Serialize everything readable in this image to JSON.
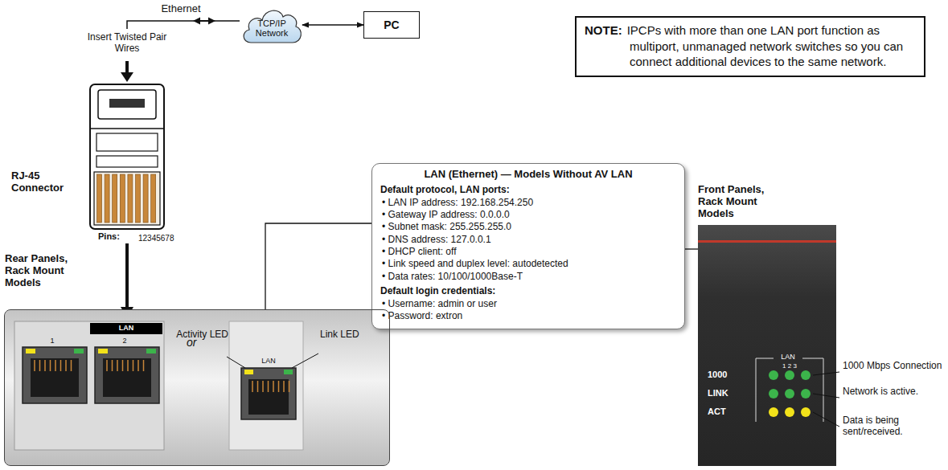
{
  "diagram": {
    "nodes": [
      {
        "text": [
          "TCP/IP Network"
        ]
      },
      {
        "text": [
          "PC"
        ]
      },
      {
        "text": [
          "NOTE:",
          "IPCPs with more than one LAN port function as multiport, unmanaged network switches so you can connect additional devices to the same network."
        ]
      },
      {
        "text": [
          "LAN (Ethernet) — Models Without AV LAN",
          "Default protocol, LAN ports:",
          "• LAN IP address: 192.168.254.250",
          "• Gateway IP address: 0.0.0.0",
          "• Subnet mask: 255.255.255.0",
          "• DNS address: 127.0.0.1",
          "• DHCP client: off",
          "• Link speed and duplex level: autodetected",
          "• Data rates: 10/100/1000Base-T",
          "Default login credentials:",
          "• Username: admin or user",
          "• Password: extron"
        ]
      },
      {
        "text": [
          "Rear Panels, Rack Mount Models"
        ]
      },
      {
        "text": [
          "Front Panels, Rack Mount Models"
        ]
      }
    ],
    "edges": [
      {
        "from": 0,
        "to": 1,
        "arrow": "both"
      },
      {
        "from": 3,
        "to": 4,
        "arrow": "none"
      },
      {
        "from": 3,
        "to": 5,
        "arrow": "none"
      }
    ],
    "labels": [
      "Ethernet",
      "Insert Twisted Pair Wires",
      "RJ-45 Connector",
      "Pins:",
      "12345678",
      "1",
      "2",
      "LAN",
      "or",
      "Activity LED",
      "LAN",
      "Link LED",
      "LAN",
      "1 2 3",
      "1000",
      "LINK",
      "ACT",
      "1000 Mbps Connection",
      "Network is active.",
      "Data is being sent/received."
    ]
  }
}
